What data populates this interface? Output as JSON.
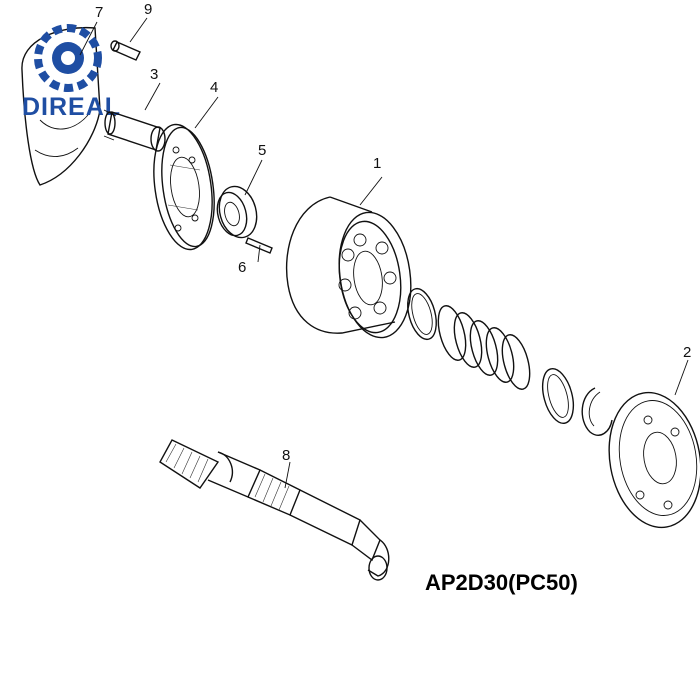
{
  "logo": {
    "text": "DIREAL",
    "color": "#1f4ea3"
  },
  "model_label": "AP2D30(PC50)",
  "callouts": [
    "1",
    "2",
    "3",
    "4",
    "5",
    "6",
    "7",
    "8",
    "9"
  ]
}
